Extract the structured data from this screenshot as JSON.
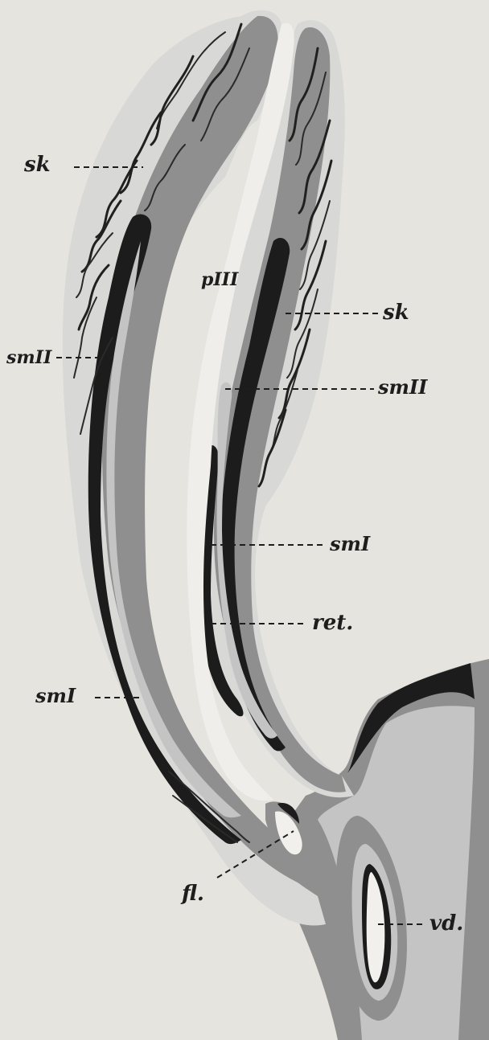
{
  "labels": {
    "sk_left": "sk",
    "p_three": "pIII",
    "sm_two_left": "smII",
    "sk_right": "sk",
    "sm_two_right": "smII",
    "sm_one_right": "smI",
    "ret": "ret.",
    "sm_one_left": "smI",
    "fl": "fl.",
    "vd": "vd."
  },
  "colors": {
    "background": "#e6e4df",
    "ink": "#1c1c1c",
    "tissue_mid": "#8f8f8f",
    "tissue_light": "#c4c4c4"
  }
}
